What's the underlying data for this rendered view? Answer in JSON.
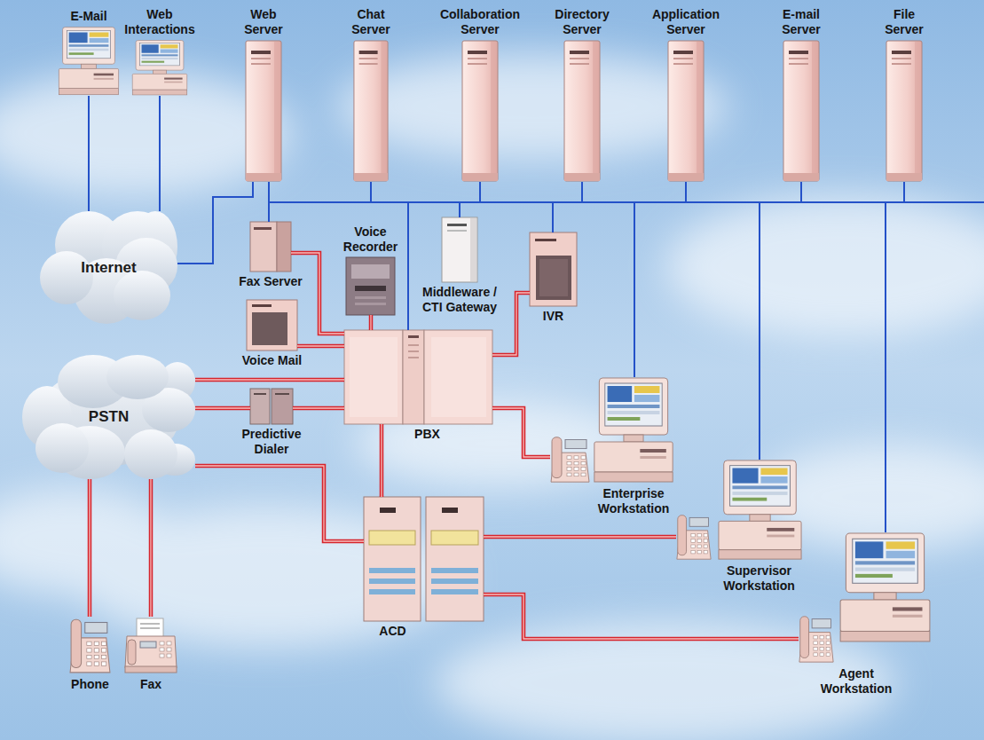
{
  "diagram": {
    "nodes": [
      {
        "text": [
          "E-Mail"
        ]
      },
      {
        "text": [
          "Web Interactions"
        ]
      },
      {
        "text": [
          "Web Server"
        ]
      },
      {
        "text": [
          "Chat Server"
        ]
      },
      {
        "text": [
          "Collaboration Server"
        ]
      },
      {
        "text": [
          "Directory Server"
        ]
      },
      {
        "text": [
          "Application Server"
        ]
      },
      {
        "text": [
          "E-mail Server"
        ]
      },
      {
        "text": [
          "File Server"
        ]
      },
      {
        "text": [
          "Internet"
        ]
      },
      {
        "text": [
          "Fax Server"
        ]
      },
      {
        "text": [
          "Voice Recorder"
        ]
      },
      {
        "text": [
          "Middleware / CTI Gateway"
        ]
      },
      {
        "text": [
          "IVR"
        ]
      },
      {
        "text": [
          "Voice Mail"
        ]
      },
      {
        "text": [
          "Predictive Dialer"
        ]
      },
      {
        "text": [
          "PBX"
        ]
      },
      {
        "text": [
          "PSTN"
        ]
      },
      {
        "text": [
          "Enterprise Workstation"
        ]
      },
      {
        "text": [
          "Supervisor Workstation"
        ]
      },
      {
        "text": [
          "ACD"
        ]
      },
      {
        "text": [
          "Agent Workstation"
        ]
      },
      {
        "text": [
          "Phone"
        ]
      },
      {
        "text": [
          "Fax"
        ]
      }
    ],
    "edges": [
      {
        "from": 0,
        "to": 9,
        "arrow": "none"
      },
      {
        "from": 1,
        "to": 9,
        "arrow": "none"
      },
      {
        "from": 9,
        "to": 2,
        "arrow": "none"
      },
      {
        "from": 2,
        "to": 10,
        "arrow": "none"
      },
      {
        "from": 2,
        "to": 3,
        "arrow": "none"
      },
      {
        "from": 2,
        "to": 4,
        "arrow": "none"
      },
      {
        "from": 2,
        "to": 5,
        "arrow": "none"
      },
      {
        "from": 2,
        "to": 6,
        "arrow": "none"
      },
      {
        "from": 2,
        "to": 7,
        "arrow": "none"
      },
      {
        "from": 2,
        "to": 8,
        "arrow": "none"
      },
      {
        "from": 2,
        "to": 12,
        "arrow": "none"
      },
      {
        "from": 2,
        "to": 13,
        "arrow": "none"
      },
      {
        "from": 2,
        "to": 16,
        "arrow": "none"
      },
      {
        "from": 2,
        "to": 18,
        "arrow": "none"
      },
      {
        "from": 2,
        "to": 19,
        "arrow": "none"
      },
      {
        "from": 2,
        "to": 21,
        "arrow": "none"
      },
      {
        "from": 10,
        "to": 16,
        "arrow": "none"
      },
      {
        "from": 11,
        "to": 16,
        "arrow": "none"
      },
      {
        "from": 14,
        "to": 16,
        "arrow": "none"
      },
      {
        "from": 13,
        "to": 16,
        "arrow": "none"
      },
      {
        "from": 17,
        "to": 15,
        "arrow": "none"
      },
      {
        "from": 15,
        "to": 16,
        "arrow": "none"
      },
      {
        "from": 17,
        "to": 16,
        "arrow": "none"
      },
      {
        "from": 17,
        "to": 20,
        "arrow": "none"
      },
      {
        "from": 16,
        "to": 20,
        "arrow": "none"
      },
      {
        "from": 16,
        "to": 18,
        "arrow": "none"
      },
      {
        "from": 20,
        "to": 19,
        "arrow": "none"
      },
      {
        "from": 20,
        "to": 21,
        "arrow": "none"
      },
      {
        "from": 17,
        "to": 22,
        "arrow": "none"
      },
      {
        "from": 17,
        "to": 23,
        "arrow": "none"
      }
    ]
  }
}
